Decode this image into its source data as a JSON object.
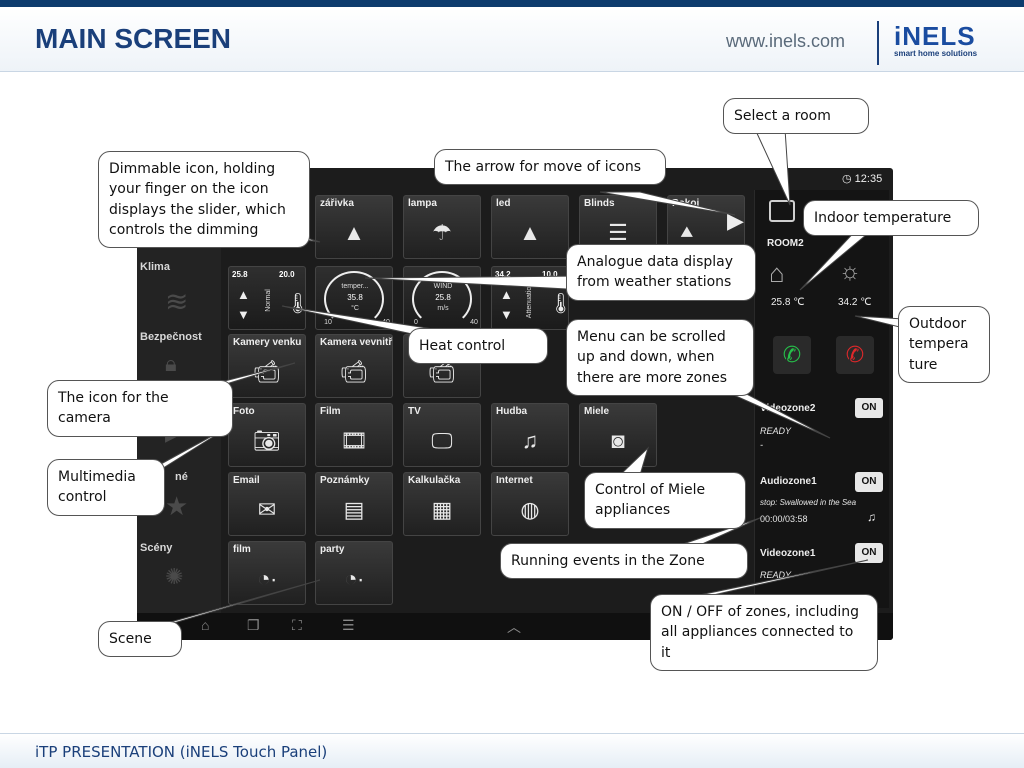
{
  "header": {
    "title": "MAIN SCREEN",
    "url": "www.inels.com",
    "logo": "iNELS",
    "logo_tagline": "smart home solutions"
  },
  "footer": {
    "text": "iTP PRESENTATION (iNELS Touch Panel)"
  },
  "tablet": {
    "clock": "12:35",
    "sidebar": [
      {
        "label": "Klima",
        "icon": "waves-icon"
      },
      {
        "label": "Bezpečnost",
        "icon": "lock-icon"
      },
      {
        "label": "",
        "icon": "play-icon"
      },
      {
        "label": "né",
        "icon": "star-icon"
      },
      {
        "label": "Scény",
        "icon": "scene-icon"
      }
    ],
    "row1": [
      {
        "label": "zářivka",
        "icon": "lamp-icon"
      },
      {
        "label": "lampa",
        "icon": "floor-lamp-icon"
      },
      {
        "label": "led",
        "icon": "lamp-icon"
      },
      {
        "label": "Blinds",
        "icon": "blinds-icon"
      },
      {
        "label": "Pokoj",
        "icon": "lamp-icon"
      }
    ],
    "gauges": {
      "heat": {
        "current": "25.8",
        "set": "20.0",
        "mode": "Normal"
      },
      "temp": {
        "title": "temper...",
        "value": "35.8",
        "unit": "°C",
        "min": "10",
        "max": "40"
      },
      "wind": {
        "title": "WIND",
        "value": "25.8",
        "unit": "m/s",
        "min": "0",
        "max": "40"
      },
      "att": {
        "current": "34.2",
        "set": "10.0",
        "mode": "Attenuation"
      }
    },
    "row3": [
      {
        "label": "Kamery venku",
        "icon": "cameras-icon"
      },
      {
        "label": "Kamera vevnitř",
        "icon": "camera-icon"
      },
      {
        "label": "",
        "icon": "camera-icon"
      }
    ],
    "row4": [
      {
        "label": "Foto",
        "icon": "photo-icon"
      },
      {
        "label": "Film",
        "icon": "film-icon"
      },
      {
        "label": "TV",
        "icon": "tv-icon"
      },
      {
        "label": "Hudba",
        "icon": "music-icon"
      },
      {
        "label": "Miele",
        "icon": "washer-icon"
      }
    ],
    "row5": [
      {
        "label": "Email",
        "icon": "mail-icon"
      },
      {
        "label": "Poznámky",
        "icon": "notes-icon"
      },
      {
        "label": "Kalkulačka",
        "icon": "calculator-icon"
      },
      {
        "label": "Internet",
        "icon": "globe-icon"
      }
    ],
    "row6": [
      {
        "label": "film",
        "icon": "scene-icon"
      },
      {
        "label": "party",
        "icon": "scene-icon"
      }
    ],
    "room": {
      "name": "ROOM2",
      "indoor_temp": "25.8 ℃",
      "outdoor_temp": "34.2 ℃"
    },
    "zones": [
      {
        "name": "Videozone2",
        "status": "READY",
        "extra": "-",
        "button": "ON"
      },
      {
        "name": "Audiozone1",
        "status": "stop: Swallowed in the Sea",
        "extra": "00:00/03:58",
        "button": "ON"
      },
      {
        "name": "Videozone1",
        "status": "READY",
        "extra": "",
        "button": "ON"
      }
    ]
  },
  "callouts": {
    "select_room": "Select a room",
    "dimmable": "Dimmable icon, holding your finger on the icon displays the slider, which controls the dimming",
    "arrow": "The arrow for move of icons",
    "indoor": "Indoor temperature",
    "analogue": "Analogue data display from weather stations",
    "heat": "Heat control",
    "outdoor": "Outdoor tempera ture",
    "menu": "Menu can be scrolled up and down, when there are more zones",
    "camera": "The icon for the camera",
    "multimedia": "Multimedia control",
    "miele": "Control of Miele appliances",
    "running": "Running events in the Zone",
    "onoff": "ON / OFF of zones, including all appliances connected to it",
    "scene": "Scene"
  }
}
